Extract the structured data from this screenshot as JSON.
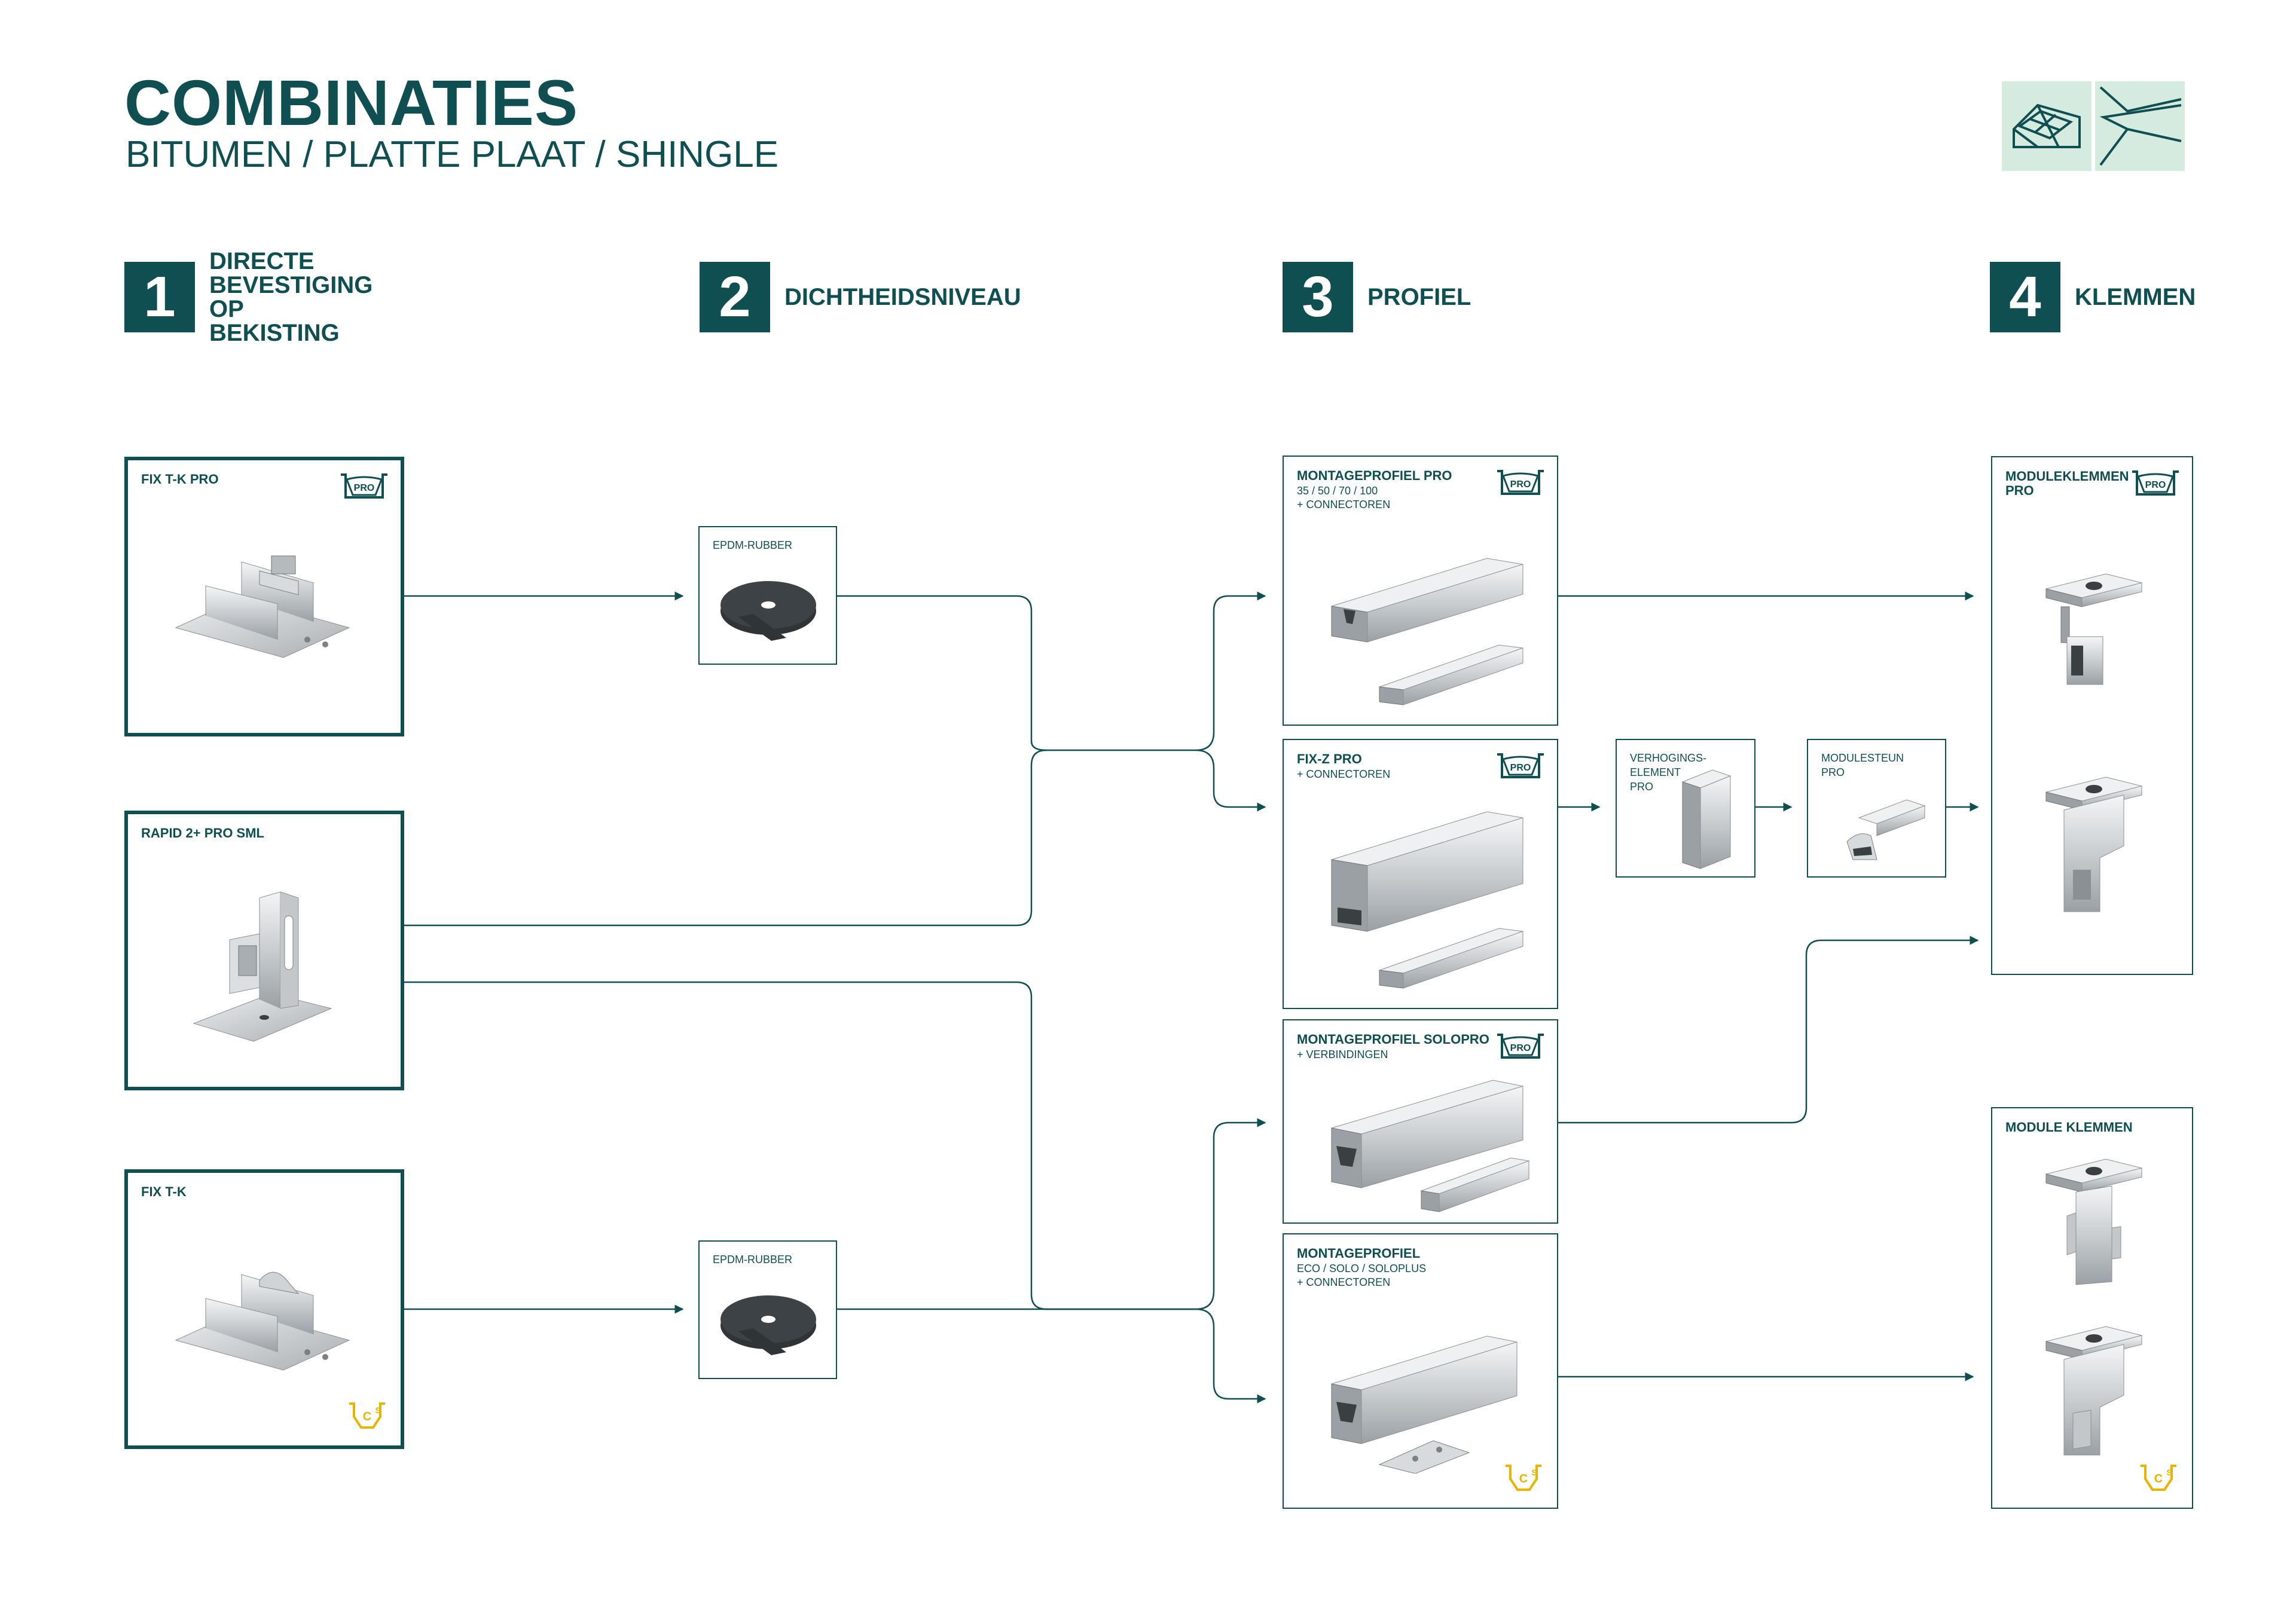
{
  "header": {
    "title": "COMBINATIES",
    "subtitle": "BITUMEN / PLATTE PLAAT / SHINGLE"
  },
  "steps": [
    {
      "number": "1",
      "label": "DIRECTE BEVESTIGING\nOP BEKISTING"
    },
    {
      "number": "2",
      "label": "DICHTHEIDSNIVEAU"
    },
    {
      "number": "3",
      "label": "PROFIEL"
    },
    {
      "number": "4",
      "label": "KLEMMEN"
    }
  ],
  "fasteners": {
    "fix_tk_pro": {
      "title": "FIX T-K PRO",
      "badge": "PRO"
    },
    "rapid_2_pro_sml": {
      "title": "RAPID 2+ PRO SML"
    },
    "fix_tk": {
      "title": "FIX T-K",
      "badge": "CS"
    }
  },
  "sealing": {
    "epdm_top": {
      "label": "EPDM-RUBBER"
    },
    "epdm_bottom": {
      "label": "EPDM-RUBBER"
    }
  },
  "profiles": {
    "montageprofiel_pro": {
      "title": "MONTAGEPROFIEL PRO",
      "sub": "35 / 50 / 70 / 100\n+ CONNECTOREN",
      "badge": "PRO"
    },
    "fix_z_pro": {
      "title": "FIX-Z PRO",
      "sub": "+ CONNECTOREN",
      "badge": "PRO"
    },
    "solopro": {
      "title": "MONTAGEPROFIEL SOLOPRO",
      "sub": "+ VERBINDINGEN",
      "badge": "PRO"
    },
    "montageprofiel": {
      "title": "MONTAGEPROFIEL",
      "sub": "ECO / SOLO / SOLOPLUS\n+ CONNECTOREN",
      "badge": "CS"
    }
  },
  "accessories": {
    "verhogingselement": {
      "label": "VERHOGINGS-\nELEMENT\nPRO"
    },
    "modulesteun": {
      "label": "MODULESTEUN\nPRO"
    }
  },
  "clamps": {
    "moduleklemmen_pro": {
      "title": "MODULEKLEMMEN\nPRO",
      "badge": "PRO"
    },
    "module_klemmen": {
      "title": "MODULE KLEMMEN",
      "badge": "CS"
    }
  },
  "colors": {
    "brand": "#0f4f52",
    "cs_badge": "#e8b400",
    "roof_icon_bg": "#d6ebe0"
  }
}
